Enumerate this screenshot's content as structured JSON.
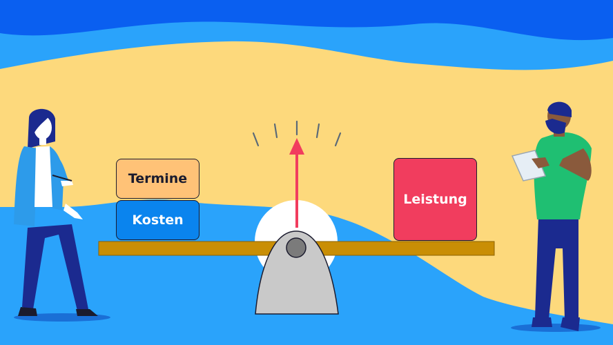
{
  "scene": {
    "blocks": {
      "termine": "Termine",
      "kosten": "Kosten",
      "leistung": "Leistung"
    }
  },
  "colors": {
    "sky_top": "#0a5ff0",
    "sky": "#2aa3fb",
    "sand": "#fdd97c",
    "beam": "#c98e05",
    "fulcrum": "#c9c9c9",
    "pointer": "#f13d5e",
    "termine_block": "#ffc277",
    "kosten_block": "#0a84ee",
    "leistung_block": "#f13d5e",
    "woman_jacket": "#2d9bea",
    "woman_pants": "#1b2a8f",
    "man_shirt": "#1fbf72",
    "man_pants": "#1b2a8f"
  },
  "icons": {
    "woman": "woman-figure-icon",
    "man": "man-with-tablet-icon",
    "scale": "balance-scale-icon"
  }
}
